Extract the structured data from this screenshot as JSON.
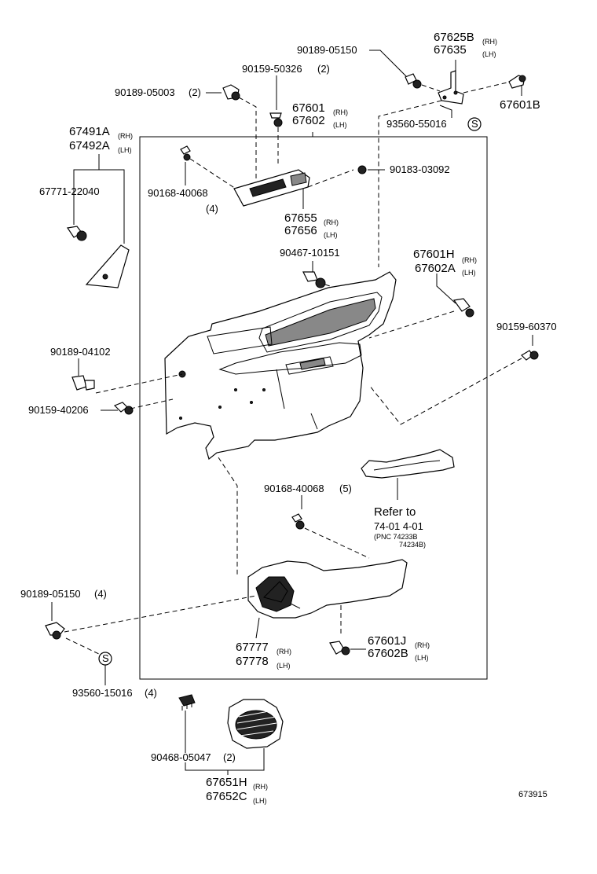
{
  "callouts": {
    "c1": "67625B",
    "c1_rh": "(RH)",
    "c2": "67635",
    "c2_lh": "(LH)",
    "c3": "90189-05150",
    "c4": "90159-50326",
    "c4_q": "(2)",
    "c5": "90189-05003",
    "c5_q": "(2)",
    "c6": "67601B",
    "c7": "67601",
    "c7_rh": "(RH)",
    "c8": "67602",
    "c8_lh": "(LH)",
    "c9": "93560-55016",
    "c10": "67491A",
    "c10_rh": "(RH)",
    "c11": "67492A",
    "c11_lh": "(LH)",
    "c12": "90183-03092",
    "c13": "90168-40068",
    "c13_q": "(4)",
    "c14": "67771-22040",
    "c15": "67655",
    "c15_rh": "(RH)",
    "c16": "67656",
    "c16_lh": "(LH)",
    "c17": "90467-10151",
    "c18": "67601H",
    "c18_rh": "(RH)",
    "c19": "67602A",
    "c19_lh": "(LH)",
    "c20": "90159-60370",
    "c21": "90189-04102",
    "c22": "90159-40206",
    "c23": "90168-40068",
    "c23_q": "(5)",
    "c24": "Refer to",
    "c25": "74-01  4-01",
    "c26": "(PNC 74233B",
    "c27": "74234B)",
    "c28": "90189-05150",
    "c28_q": "(4)",
    "c29": "67777",
    "c29_rh": "(RH)",
    "c30": "67778",
    "c30_lh": "(LH)",
    "c31": "67601J",
    "c31_rh": "(RH)",
    "c32": "67602B",
    "c32_lh": "(LH)",
    "c33": "93560-15016",
    "c33_q": "(4)",
    "c34": "90468-05047",
    "c34_q": "(2)",
    "c35": "67651H",
    "c35_rh": "(RH)",
    "c36": "67652C",
    "c36_lh": "(LH)",
    "s_mark": "S"
  },
  "figure_number": "673915"
}
